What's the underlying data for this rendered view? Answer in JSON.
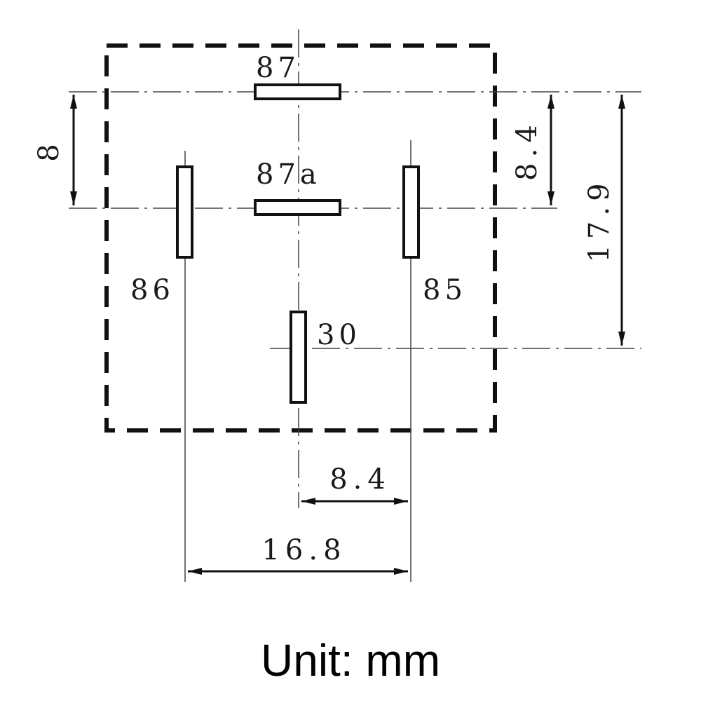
{
  "pins": {
    "p87": "87",
    "p87a": "87a",
    "p86": "86",
    "p85": "85",
    "p30": "30"
  },
  "dimensions": {
    "left_vertical": "8",
    "right_vertical_short": "8.4",
    "right_vertical_long": "17.9",
    "bottom_short": "8.4",
    "bottom_long": "16.8"
  },
  "caption": "Unit: mm"
}
